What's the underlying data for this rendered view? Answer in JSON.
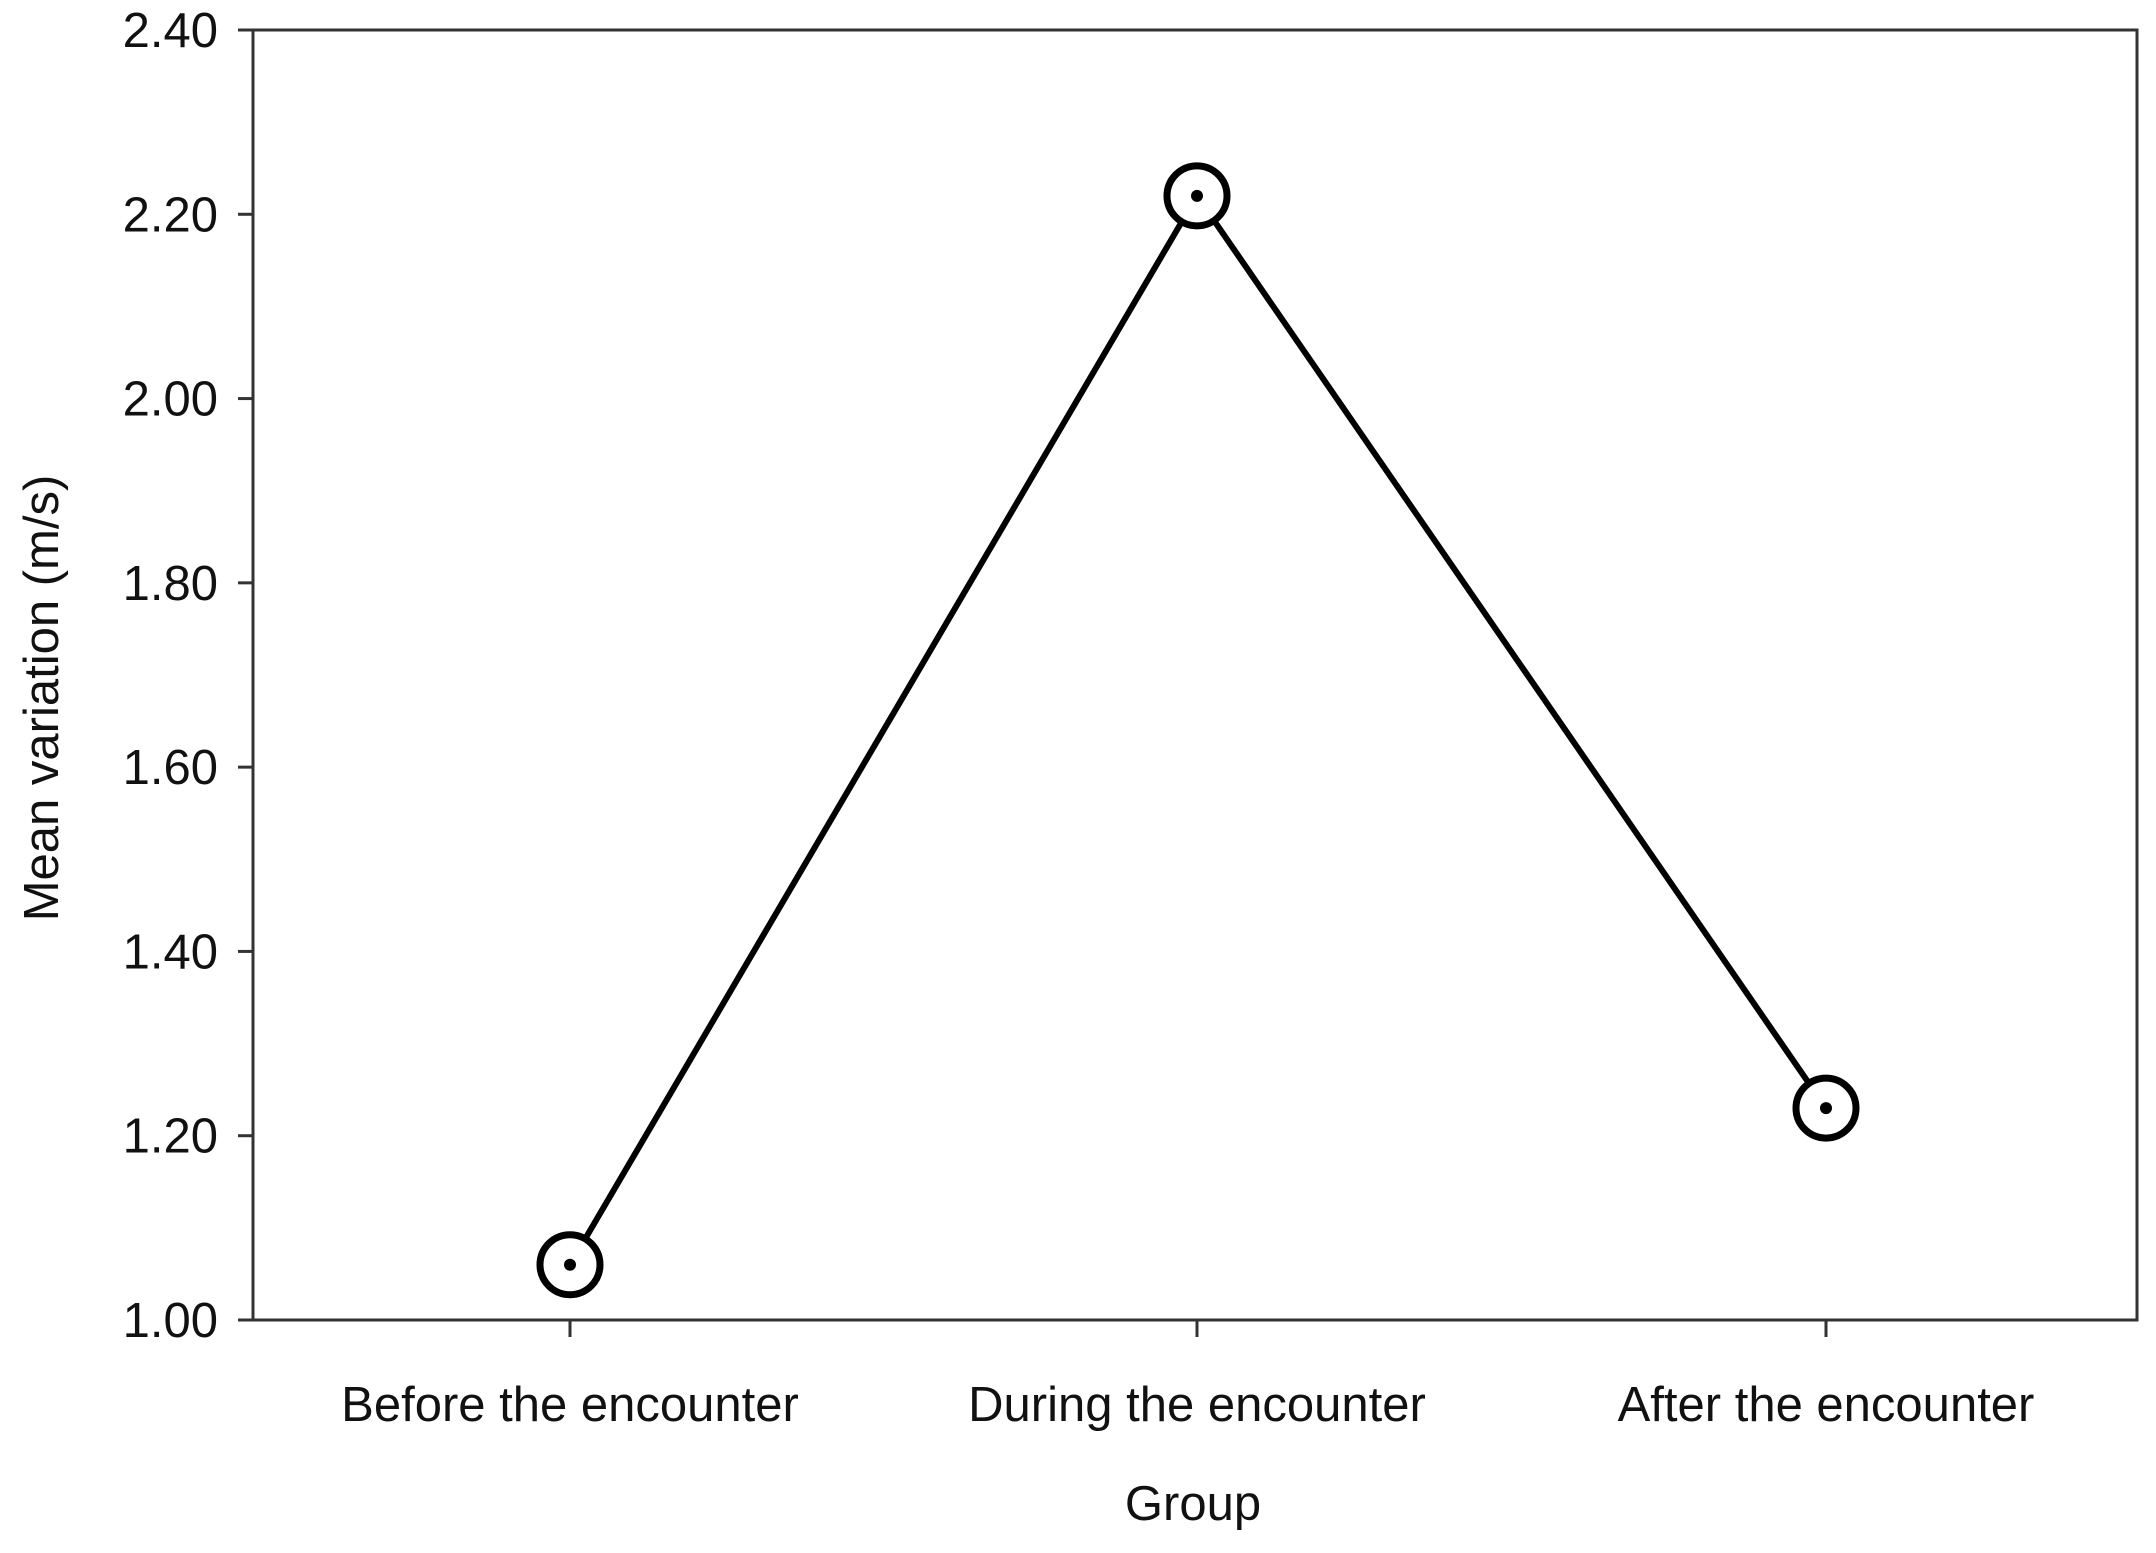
{
  "chart_data": {
    "type": "line",
    "title": "",
    "xlabel": "Group",
    "ylabel": "Mean variation (m/s)",
    "categories": [
      "Before the encounter",
      "During the encounter",
      "After the encounter"
    ],
    "series": [
      {
        "values": [
          1.06,
          2.22,
          1.23
        ]
      }
    ],
    "ylim": [
      1.0,
      2.4
    ],
    "yticks": [
      "1.00",
      "1.20",
      "1.40",
      "1.60",
      "1.80",
      "2.00",
      "2.20",
      "2.40"
    ],
    "grid": false,
    "legend": "none",
    "marker": "circle-with-center-dot",
    "colors": {
      "line": "#000000",
      "axis": "#333333",
      "text": "#111111"
    }
  }
}
